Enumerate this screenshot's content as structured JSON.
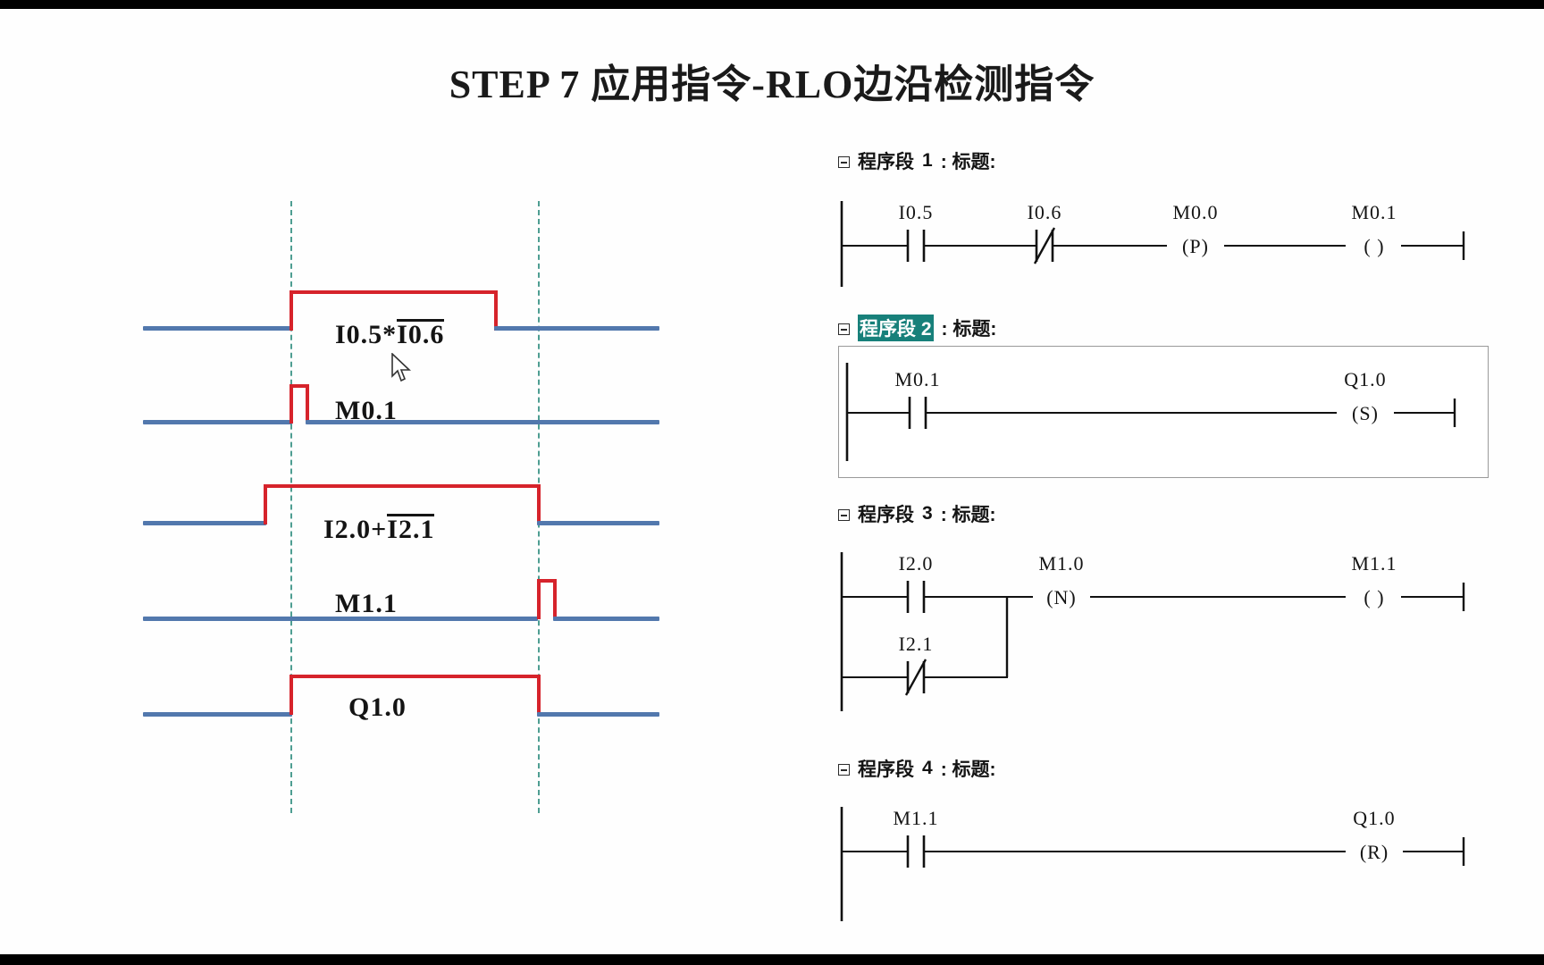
{
  "title": "STEP 7 应用指令-RLO边沿检测指令",
  "timing": {
    "waves": [
      {
        "id": "w1",
        "label_pre": "I0.5*",
        "label_over": "I0.6",
        "label_full": "I0.5*I0.6"
      },
      {
        "id": "w2",
        "label_pre": "",
        "label_over": "",
        "label_full": "M0.1"
      },
      {
        "id": "w3",
        "label_pre": "I2.0+",
        "label_over": "I2.1",
        "label_full": "I2.0+I2.1"
      },
      {
        "id": "w4",
        "label_pre": "",
        "label_over": "",
        "label_full": "M1.1"
      },
      {
        "id": "w5",
        "label_pre": "",
        "label_over": "",
        "label_full": "Q1.0"
      }
    ],
    "cursor_lines": 2,
    "colors": {
      "baseline": "#5278ad",
      "pulse": "#d6232b",
      "cursor": "#4e9e92"
    }
  },
  "ladder": {
    "networks": [
      {
        "label_prefix": "程序段",
        "number": "1",
        "label_suffix": ": 标题:",
        "selected": false,
        "elements": [
          {
            "type": "contact-no",
            "operand": "I0.5"
          },
          {
            "type": "contact-nc",
            "operand": "I0.6"
          },
          {
            "type": "coil-p",
            "operand": "M0.0",
            "coil_text": "(P)"
          },
          {
            "type": "coil-out",
            "operand": "M0.1",
            "coil_text": "( )"
          }
        ]
      },
      {
        "label_prefix": "程序段",
        "number": "2",
        "label_suffix": ": 标题:",
        "selected": true,
        "elements": [
          {
            "type": "contact-no",
            "operand": "M0.1"
          },
          {
            "type": "coil-set",
            "operand": "Q1.0",
            "coil_text": "(S)"
          }
        ]
      },
      {
        "label_prefix": "程序段",
        "number": "3",
        "label_suffix": ": 标题:",
        "selected": false,
        "elements": [
          {
            "type": "contact-no",
            "operand": "I2.0"
          },
          {
            "type": "contact-nc",
            "operand": "I2.1",
            "branch": true
          },
          {
            "type": "coil-n",
            "operand": "M1.0",
            "coil_text": "(N)"
          },
          {
            "type": "coil-out",
            "operand": "M1.1",
            "coil_text": "( )"
          }
        ]
      },
      {
        "label_prefix": "程序段",
        "number": "4",
        "label_suffix": ": 标题:",
        "selected": false,
        "elements": [
          {
            "type": "contact-no",
            "operand": "M1.1"
          },
          {
            "type": "coil-reset",
            "operand": "Q1.0",
            "coil_text": "(R)"
          }
        ]
      }
    ]
  },
  "net1": {
    "op1": "I0.5",
    "op2": "I0.6",
    "op3": "M0.0",
    "coil3": "(P)",
    "op4": "M0.1",
    "coil4": "( )"
  },
  "net2": {
    "op1": "M0.1",
    "op2": "Q1.0",
    "coil2": "(S)"
  },
  "net3": {
    "op1": "I2.0",
    "op2": "I2.1",
    "op3": "M1.0",
    "coil3": "(N)",
    "op4": "M1.1",
    "coil4": "( )"
  },
  "net4": {
    "op1": "M1.1",
    "op2": "Q1.0",
    "coil2": "(R)"
  },
  "headers": {
    "n1_prefix": "程序段",
    "n1_num": "1",
    "n1_suffix": ": 标题:",
    "n2_prefix": "程序段",
    "n2_num": "2",
    "n2_suffix": ": 标题:",
    "n3_prefix": "程序段",
    "n3_num": "3",
    "n3_suffix": ": 标题:",
    "n4_prefix": "程序段",
    "n4_num": "4",
    "n4_suffix": ": 标题:"
  },
  "wave_labels": {
    "w1_pre": "I0.5*",
    "w1_over": "I0.6",
    "w2": "M0.1",
    "w3_pre": "I2.0+",
    "w3_over": "I2.1",
    "w4": "M1.1",
    "w5": "Q1.0"
  }
}
